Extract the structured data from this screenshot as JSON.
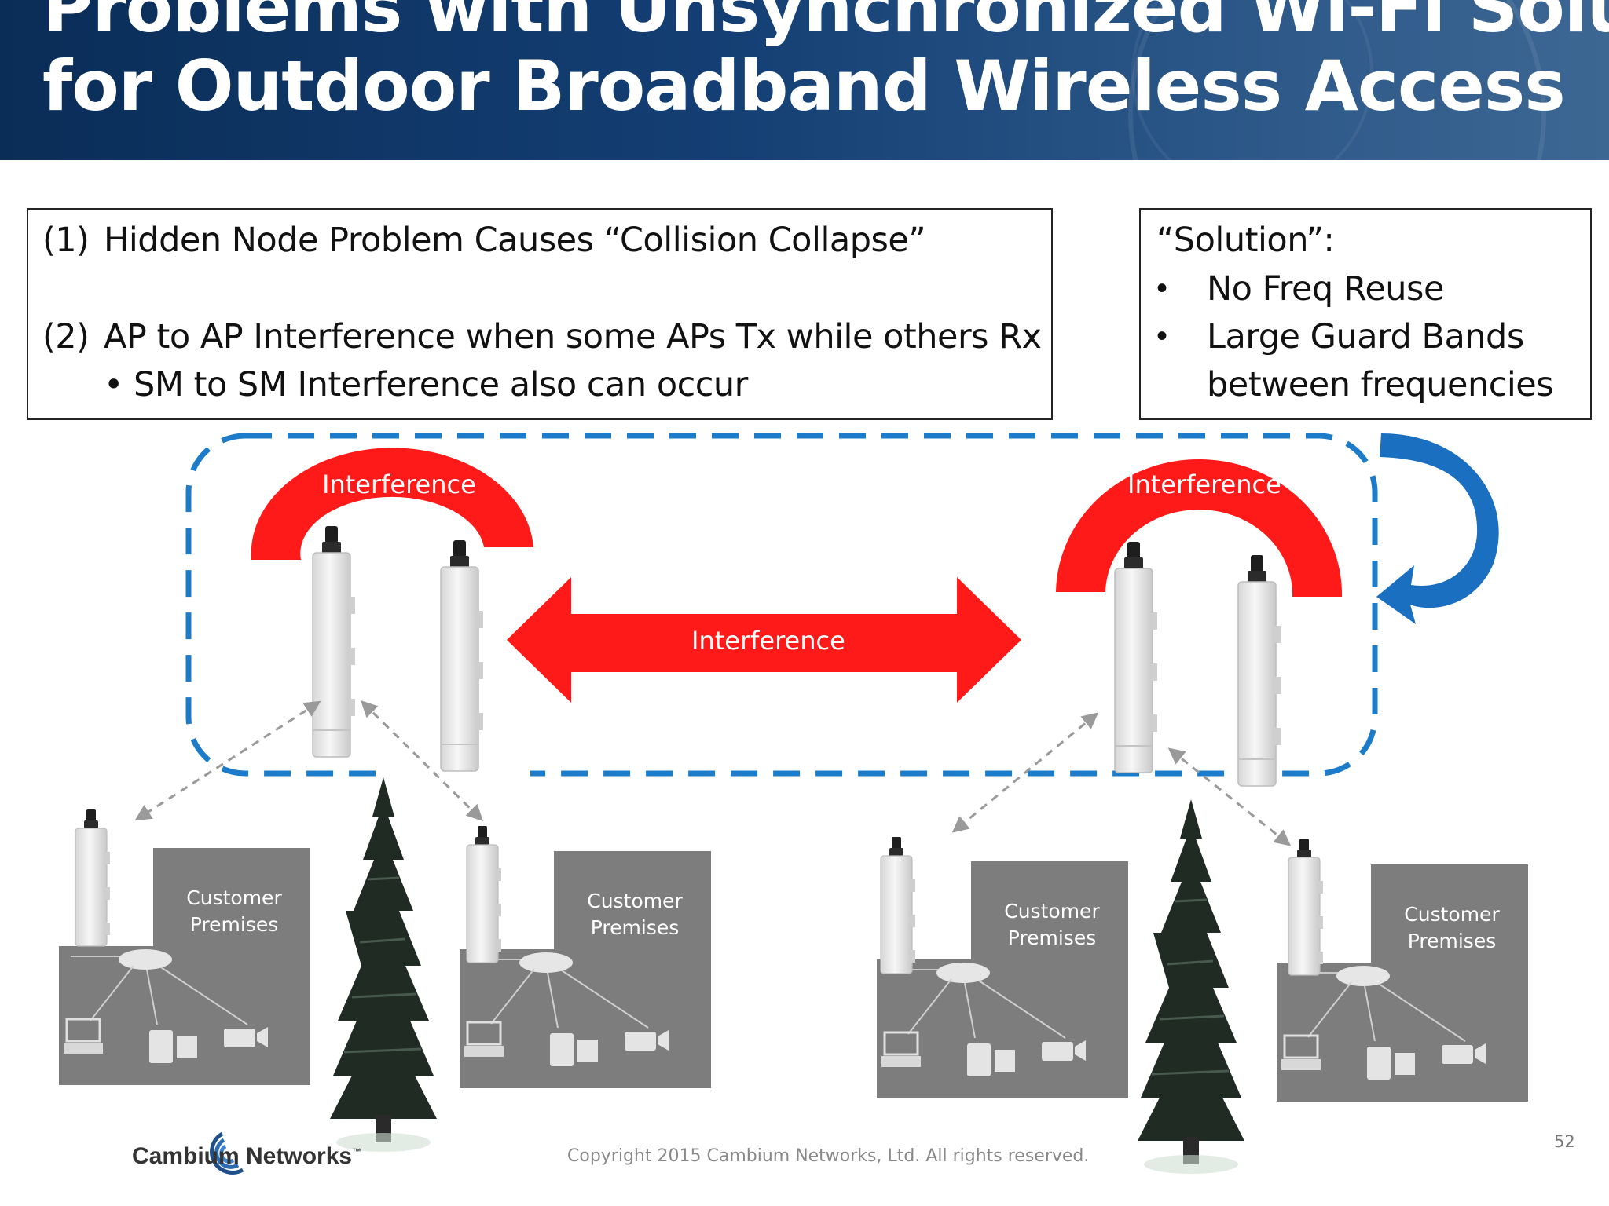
{
  "slide": {
    "title_line_1": "Problems with Unsynchronized Wi-Fi Solutions",
    "title_line_2": "for Outdoor Broadband Wireless Access",
    "page_number": "52"
  },
  "problems_box": {
    "item1_number": "(1)",
    "item1_text": "Hidden Node Problem Causes “Collision Collapse”",
    "item2_number": "(2)",
    "item2_text": "AP to AP Interference when some APs Tx while others Rx",
    "item2_sub_bullet": "• SM to SM Interference also can occur"
  },
  "solution_box": {
    "heading": "“Solution”:",
    "bullets": [
      "No Freq Reuse",
      "Large Guard Bands",
      "between frequencies"
    ],
    "bullet_char": "•"
  },
  "diagram": {
    "interference_left": "Interference",
    "interference_right": "Interference",
    "interference_center": "Interference",
    "premises": [
      "Customer Premises",
      "Customer Premises",
      "Customer Premises",
      "Customer Premises"
    ],
    "colors": {
      "interference_red": "#ff1a1a",
      "dashed_blue": "#1c7cc9",
      "curved_arrow_blue": "#1a6fc0",
      "premises_gray": "#7d7d7d",
      "tree_dark": "#1e2a22",
      "ap_device": "#ececec"
    }
  },
  "footer": {
    "brand": "Cambium Networks",
    "trademark": "™",
    "copyright": "Copyright 2015 Cambium Networks, Ltd. All rights reserved."
  }
}
